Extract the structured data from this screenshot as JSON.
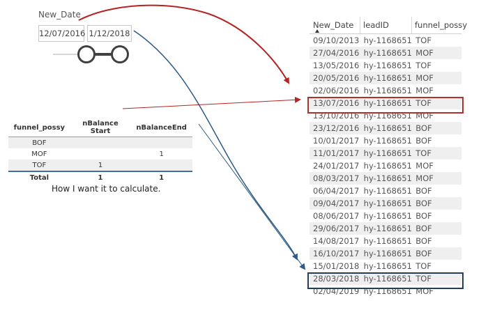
{
  "slicer": {
    "title": "New_Date",
    "from": "12/07/2016",
    "to": "1/12/2018"
  },
  "matrix": {
    "headers": [
      "funnel_possy",
      "nBalance Start",
      "nBalanceEnd"
    ],
    "rows": [
      [
        "BOF",
        "",
        ""
      ],
      [
        "MOF",
        "",
        "1"
      ],
      [
        "TOF",
        "1",
        ""
      ]
    ],
    "total": [
      "Total",
      "1",
      "1"
    ]
  },
  "caption": "How I want it to calculate.",
  "table": {
    "headers": [
      "New_Date",
      "leadID",
      "funnel_possy"
    ],
    "rows": [
      [
        "09/10/2013",
        "hy-1168651",
        "TOF"
      ],
      [
        "27/04/2016",
        "hy-1168651",
        "MOF"
      ],
      [
        "13/05/2016",
        "hy-1168651",
        "TOF"
      ],
      [
        "20/05/2016",
        "hy-1168651",
        "MOF"
      ],
      [
        "02/06/2016",
        "hy-1168651",
        "MOF"
      ],
      [
        "13/07/2016",
        "hy-1168651",
        "TOF"
      ],
      [
        "13/10/2016",
        "hy-1168651",
        "MOF"
      ],
      [
        "23/12/2016",
        "hy-1168651",
        "BOF"
      ],
      [
        "10/01/2017",
        "hy-1168651",
        "BOF"
      ],
      [
        "11/01/2017",
        "hy-1168651",
        "TOF"
      ],
      [
        "24/01/2017",
        "hy-1168651",
        "MOF"
      ],
      [
        "08/03/2017",
        "hy-1168651",
        "MOF"
      ],
      [
        "06/04/2017",
        "hy-1168651",
        "BOF"
      ],
      [
        "09/04/2017",
        "hy-1168651",
        "BOF"
      ],
      [
        "08/06/2017",
        "hy-1168651",
        "BOF"
      ],
      [
        "29/06/2017",
        "hy-1168651",
        "BOF"
      ],
      [
        "14/08/2017",
        "hy-1168651",
        "BOF"
      ],
      [
        "16/10/2017",
        "hy-1168651",
        "BOF"
      ],
      [
        "15/01/2018",
        "hy-1168651",
        "TOF"
      ],
      [
        "28/03/2018",
        "hy-1168651",
        "TOF"
      ],
      [
        "02/04/2019",
        "hy-1168651",
        "MOF"
      ]
    ]
  },
  "colors": {
    "arrow_red": "#b52323",
    "arrow_blue": "#2c5a85",
    "highlight_red": "#b03030",
    "highlight_blue": "#213f5a"
  }
}
